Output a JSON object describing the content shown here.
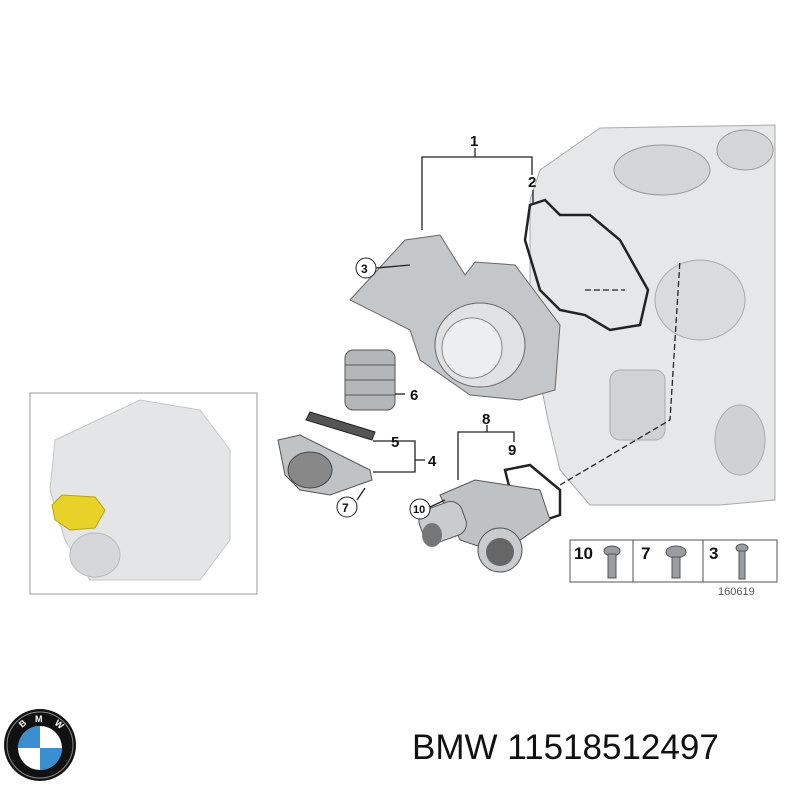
{
  "diagram": {
    "callouts": [
      "1",
      "2",
      "3",
      "4",
      "5",
      "6",
      "7",
      "8",
      "9",
      "10"
    ],
    "bolt_legend": [
      {
        "num": "10",
        "type": "torx-pan-head-bolt"
      },
      {
        "num": "7",
        "type": "hex-flange-bolt"
      },
      {
        "num": "3",
        "type": "hex-flange-bolt-long"
      }
    ],
    "reference_number": "160619",
    "inset": "engine-location-thumbnail"
  },
  "footer": {
    "logo": "bmw-logo",
    "logo_letters": "BMW",
    "part_label": "BMW 11518512497"
  },
  "colors": {
    "highlight": "#e8d22a",
    "part_grey": "#b9bcbf",
    "bmw_blue": "#3a8fd1"
  }
}
